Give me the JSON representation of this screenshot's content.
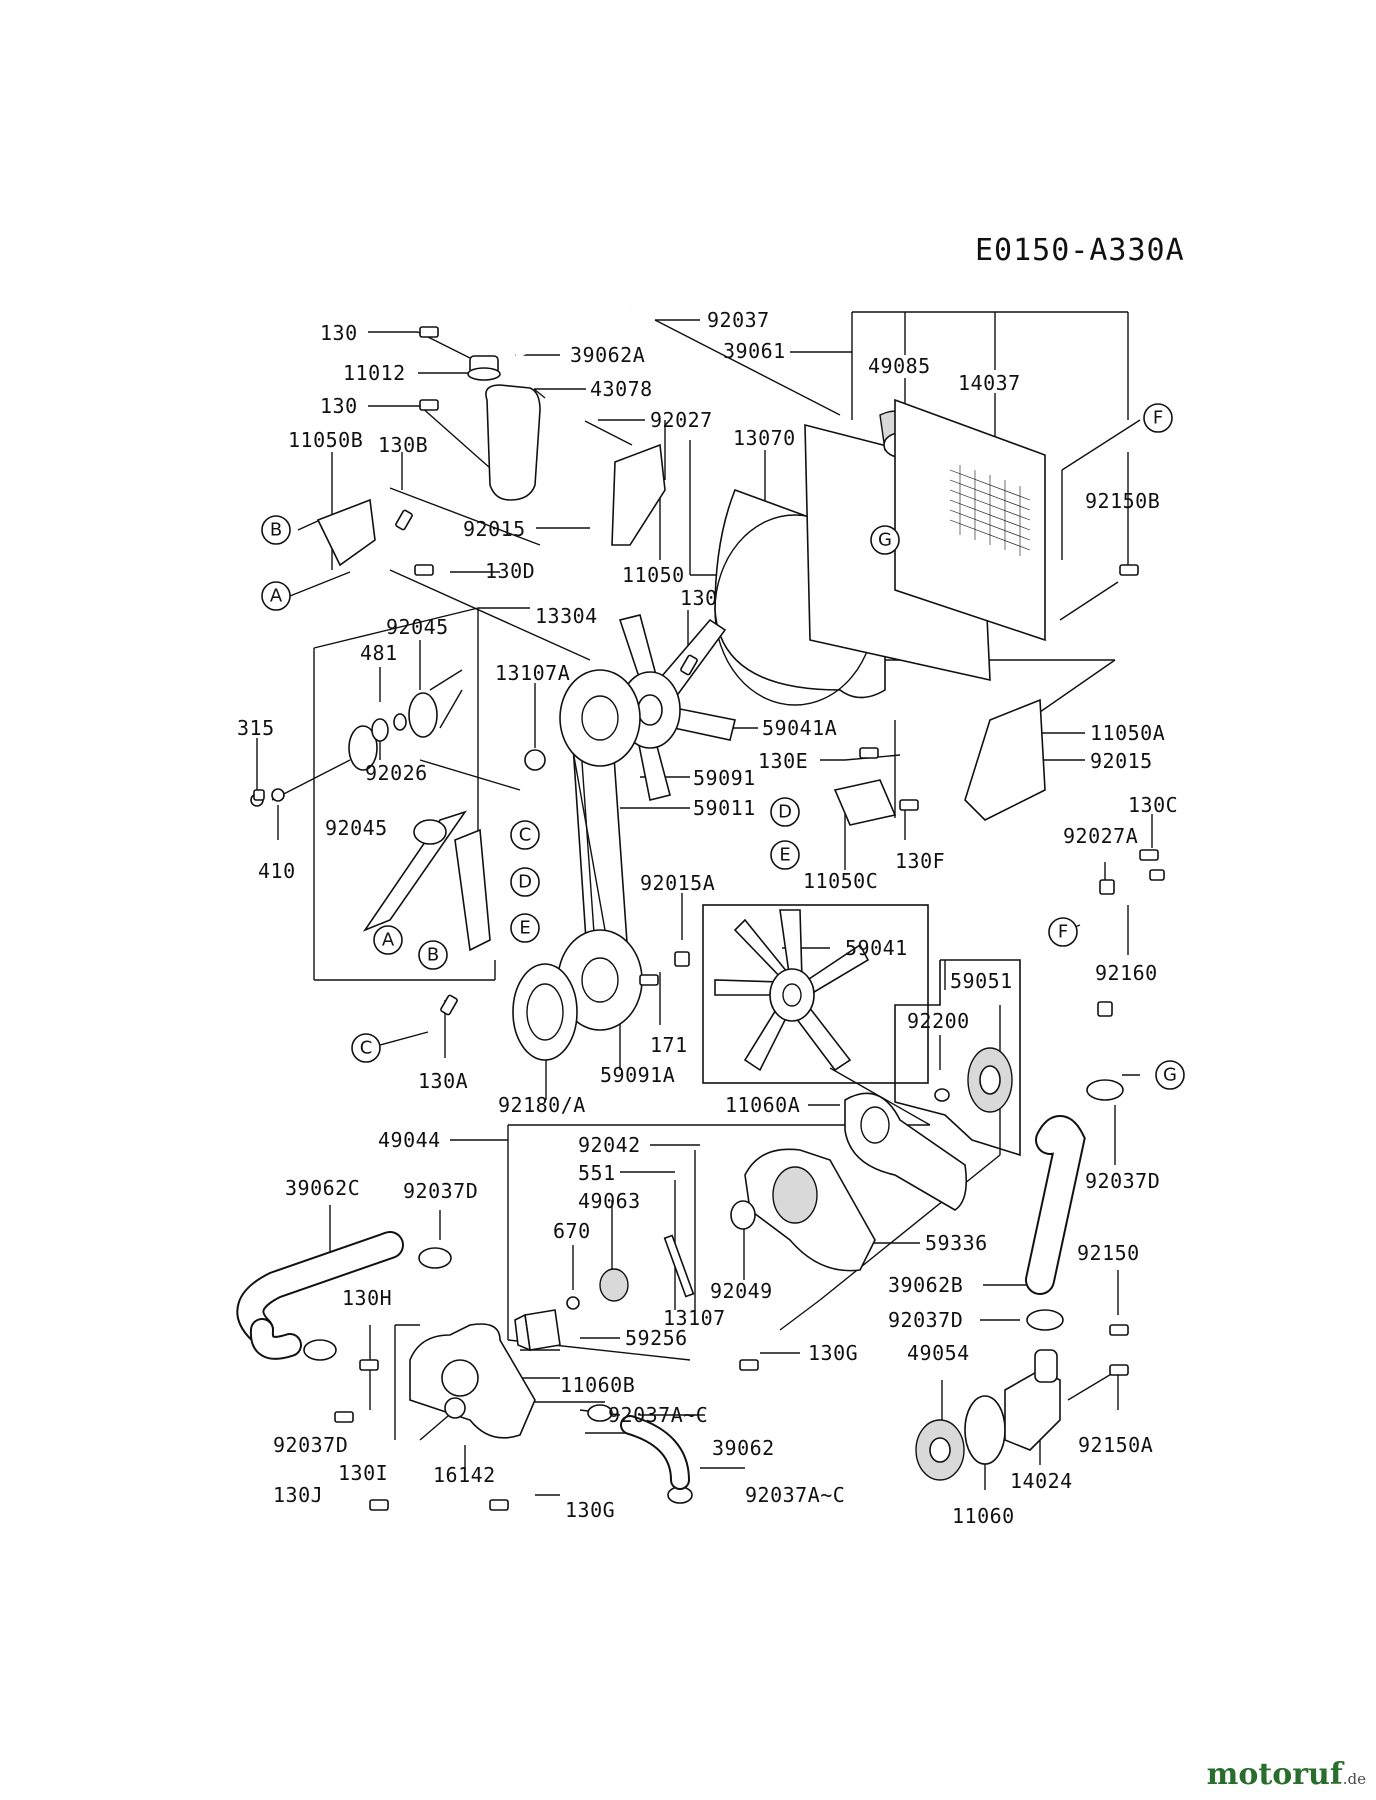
{
  "diagram_code": "E0150-A330A",
  "watermark": {
    "main": "motoruf",
    "tld": ".de"
  },
  "callouts": [
    "A",
    "B",
    "C",
    "D",
    "E",
    "F",
    "G"
  ],
  "parts": [
    "130",
    "11012",
    "130",
    "11050B",
    "130B",
    "92015",
    "130D",
    "39062A",
    "43078",
    "92037",
    "39061",
    "49085",
    "14037",
    "92027",
    "13070",
    "92150B",
    "11050",
    "130",
    "92045",
    "481",
    "13304",
    "13107A",
    "315",
    "92026",
    "92045",
    "410",
    "59041A",
    "130E",
    "59091",
    "59011",
    "11050A",
    "92015",
    "130C",
    "92027A",
    "130F",
    "11050C",
    "92015A",
    "59041",
    "92160",
    "59051",
    "92200",
    "171",
    "59091A",
    "130A",
    "92180/A",
    "11060A",
    "49044",
    "92042",
    "551",
    "49063",
    "670",
    "39062C",
    "92037D",
    "92037D",
    "92150",
    "59336",
    "92049",
    "13107",
    "39062B",
    "92037D",
    "59256",
    "130H",
    "130G",
    "49054",
    "11060B",
    "92037A~C",
    "92150A",
    "39062",
    "92037D",
    "130I",
    "16142",
    "14024",
    "130J",
    "92037A~C",
    "130G",
    "11060"
  ]
}
